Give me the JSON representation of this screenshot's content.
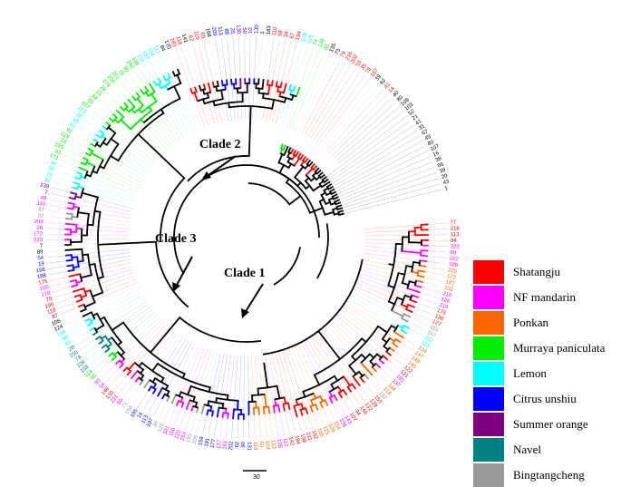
{
  "figure": {
    "clade_labels": [
      "Clade 2",
      "Clade 3",
      "Clade 1"
    ],
    "scale_bar_label": "30"
  },
  "legend": {
    "items": [
      {
        "label": "Shatangju",
        "color": "#ff0000"
      },
      {
        "label": "NF mandarin",
        "color": "#ff00ff"
      },
      {
        "label": "Ponkan",
        "color": "#ff6600"
      },
      {
        "label": "Murraya paniculata",
        "color": "#00ee00"
      },
      {
        "label": "Lemon",
        "color": "#00ffff"
      },
      {
        "label": "Citrus unshiu",
        "color": "#0000ff"
      },
      {
        "label": "Summer orange",
        "color": "#800080"
      },
      {
        "label": "Navel",
        "color": "#008080"
      },
      {
        "label": "Bingtangcheng",
        "color": "#999999"
      }
    ]
  },
  "tip_labels": [
    "77",
    "218",
    "113",
    "84",
    "223",
    "89",
    "222",
    "189",
    "225",
    "172",
    "187",
    "102",
    "216",
    "126",
    "219",
    "175",
    "136",
    "127",
    "151",
    "157",
    "212",
    "123",
    "134",
    "147",
    "149",
    "140",
    "122",
    "121",
    "181",
    "137",
    "144",
    "118",
    "182",
    "150",
    "129",
    "132",
    "148",
    "94",
    "107",
    "143",
    "108",
    "104",
    "128",
    "115",
    "165",
    "162",
    "211",
    "198",
    "184",
    "142",
    "112",
    "135",
    "123",
    "104",
    "50",
    "119",
    "131",
    "90",
    "62",
    "202",
    "161",
    "127",
    "177",
    "191",
    "159",
    "208",
    "193",
    "153",
    "120",
    "116",
    "101",
    "125",
    "85",
    "197",
    "113",
    "16",
    "195",
    "156",
    "71",
    "60",
    "221",
    "130",
    "146",
    "54",
    "93",
    "95",
    "114",
    "158",
    "109",
    "78",
    "150",
    "28",
    "65",
    "98",
    "106",
    "124",
    "106",
    "87",
    "118",
    "196",
    "70",
    "178",
    "105",
    "175",
    "188",
    "168",
    "19",
    "54",
    "89",
    "7",
    "220",
    "172",
    "26",
    "203",
    "92",
    "47",
    "110",
    "48",
    "7",
    "139",
    "91",
    "75",
    "56",
    "44",
    "171",
    "63",
    "193",
    "24",
    "128",
    "92",
    "61",
    "58",
    "26",
    "215",
    "107",
    "55",
    "64",
    "15",
    "28",
    "176",
    "209",
    "221",
    "25",
    "90",
    "180",
    "138",
    "119",
    "183",
    "154",
    "117",
    "84",
    "170",
    "183",
    "118",
    "141",
    "62",
    "119",
    "69",
    "168",
    "209",
    "113",
    "88",
    "25",
    "130",
    "50",
    "10",
    "130",
    "1",
    "183",
    "110",
    "58",
    "34",
    "67",
    "194",
    "178",
    "125",
    "74",
    "148",
    "81",
    "135",
    "73",
    "79",
    "216",
    "202",
    "53",
    "35",
    "76",
    "167",
    "39",
    "62",
    "41",
    "14",
    "40",
    "80",
    "108",
    "103",
    "52",
    "21",
    "41",
    "31",
    "67",
    "49",
    "80",
    "107",
    "16",
    "38",
    "66",
    "39",
    "20",
    "43",
    "1"
  ],
  "tip_colors": [
    "#ff0000",
    "#ff0000",
    "#ff0000",
    "#ff0000",
    "#ff00ff",
    "#ff00ff",
    "#ff00ff",
    "#ff00ff",
    "#ff6600",
    "#ff6600",
    "#ff6600",
    "#ff6600",
    "#ff00ff",
    "#ff00ff",
    "#ff00ff",
    "#ff0000",
    "#ff0000",
    "#ff0000",
    "#999999",
    "#999999",
    "#00ffff",
    "#00ffff",
    "#ff6600",
    "#ff6600",
    "#ff6600",
    "#ff6600",
    "#ff0000",
    "#ff0000",
    "#ff00ff",
    "#ff00ff",
    "#ff6600",
    "#ff6600",
    "#999999",
    "#ff0000",
    "#ff0000",
    "#ff0000",
    "#ff0000",
    "#ff0000",
    "#ff0000",
    "#ff00ff",
    "#ff00ff",
    "#ff6600",
    "#ff6600",
    "#ff6600",
    "#ff6600",
    "#ff0000",
    "#ff0000",
    "#ff0000",
    "#ff0000",
    "#ff0000",
    "#ff00ff",
    "#ff00ff",
    "#ff6600",
    "#ff6600",
    "#ff6600",
    "#ff6600",
    "#0000ff",
    "#0000ff",
    "#0000ff",
    "#0000ff",
    "#ff00ff",
    "#ff00ff",
    "#0000ff",
    "#0000ff",
    "#0000ff",
    "#999999",
    "#999999",
    "#ff00ff",
    "#ff00ff",
    "#ff00ff",
    "#ff00ff",
    "#999999",
    "#999999",
    "#0000ff",
    "#0000ff",
    "#0000ff",
    "#0000ff",
    "#999999",
    "#999999",
    "#ff00ff",
    "#ff00ff",
    "#ff0000",
    "#ff0000",
    "#ff00ff",
    "#ff00ff",
    "#00ee00",
    "#00ee00",
    "#008080",
    "#008080",
    "#008080",
    "#008080",
    "#008080",
    "#00ffff",
    "#00ffff",
    "#00ffff",
    "#000000",
    "#000000",
    "#ff0000",
    "#ff0000",
    "#ff0000",
    "#ff0000",
    "#ff00ff",
    "#ff00ff",
    "#ff0000",
    "#0000ff",
    "#0000ff",
    "#0000ff",
    "#0000ff",
    "#000000",
    "#000000",
    "#ff00ff",
    "#ff00ff",
    "#ff00ff",
    "#ff00ff",
    "#999999",
    "#999999",
    "#ff00ff",
    "#ff00ff",
    "#800080",
    "#800080",
    "#00ffff",
    "#00ffff",
    "#00ffff",
    "#00ffff",
    "#00ee00",
    "#00ee00",
    "#00ee00",
    "#00ee00",
    "#00ee00",
    "#00ee00",
    "#00ffff",
    "#00ffff",
    "#00ffff",
    "#00ffff",
    "#00ee00",
    "#00ee00",
    "#00ee00",
    "#00ee00",
    "#00ee00",
    "#00ee00",
    "#00ee00",
    "#00ee00",
    "#00ee00",
    "#00ee00",
    "#00ee00",
    "#00ee00",
    "#00ffff",
    "#00ffff",
    "#00ffff",
    "#00ffff",
    "#000000",
    "#000000",
    "#ff0000",
    "#ff0000",
    "#000000",
    "#ff0000",
    "#ff0000",
    "#ff0000",
    "#000000",
    "#0000ff",
    "#0000ff",
    "#0000ff",
    "#0000ff",
    "#800080",
    "#800080",
    "#0000ff",
    "#0000ff",
    "#000000",
    "#000000",
    "#ff0000",
    "#ff0000",
    "#ff0000",
    "#ff0000",
    "#ff0000",
    "#00ffff",
    "#00ffff",
    "#00ee00",
    "#00ee00",
    "#00ee00",
    "#000000",
    "#000000",
    "#ff0000",
    "#ff0000",
    "#ff0000",
    "#ff0000",
    "#ff0000",
    "#ff0000",
    "#ff0000",
    "#000000",
    "#000000",
    "#ff0000",
    "#ff0000"
  ]
}
